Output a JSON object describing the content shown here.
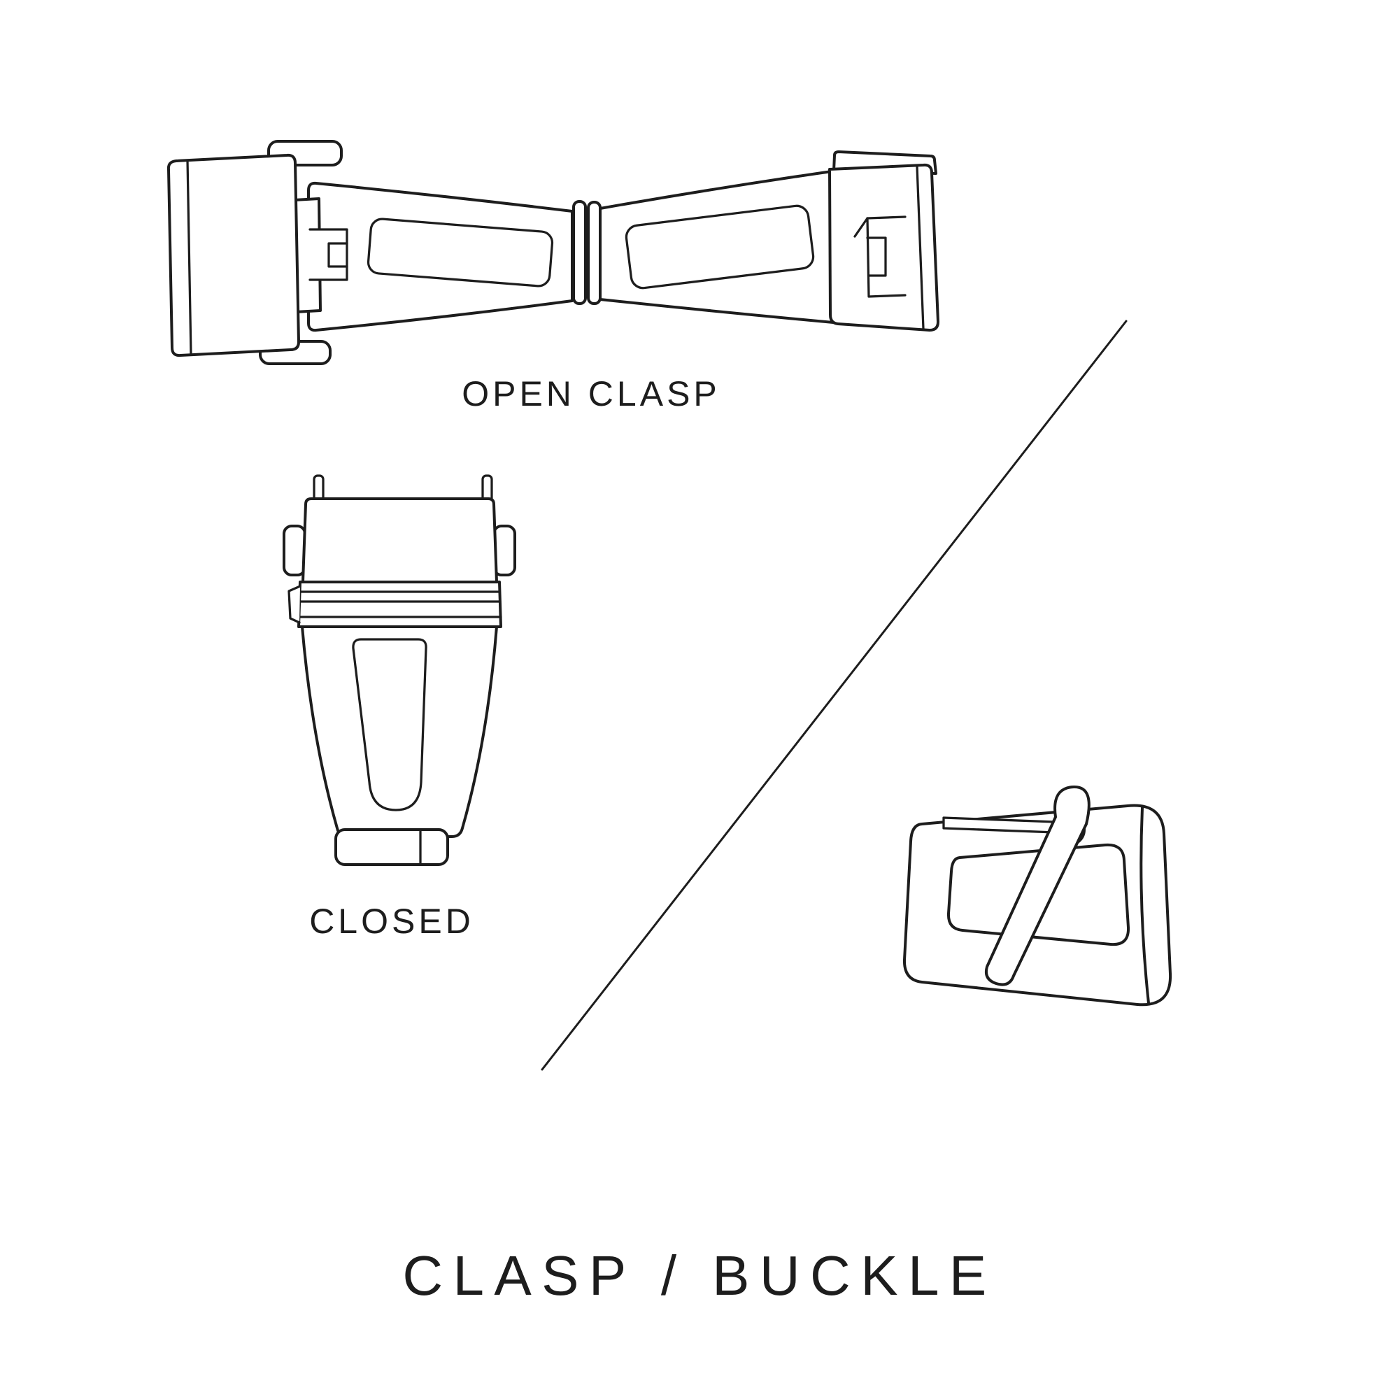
{
  "page": {
    "background": "#ffffff",
    "line_color": "#1d1d1d",
    "text_color": "#1d1d1d"
  },
  "labels": {
    "open_clasp": "OPEN CLASP",
    "closed": "CLOSED"
  },
  "title": "CLASP / BUCKLE",
  "illustrations": [
    {
      "name": "open-clasp-illustration",
      "description": "deployant clasp shown open, top view"
    },
    {
      "name": "closed-clasp-illustration",
      "description": "deployant clasp shown closed, top view"
    },
    {
      "name": "tang-buckle-illustration",
      "description": "pin buckle with tongue and spring bar"
    },
    {
      "name": "divider-line",
      "description": "diagonal separator line"
    }
  ]
}
